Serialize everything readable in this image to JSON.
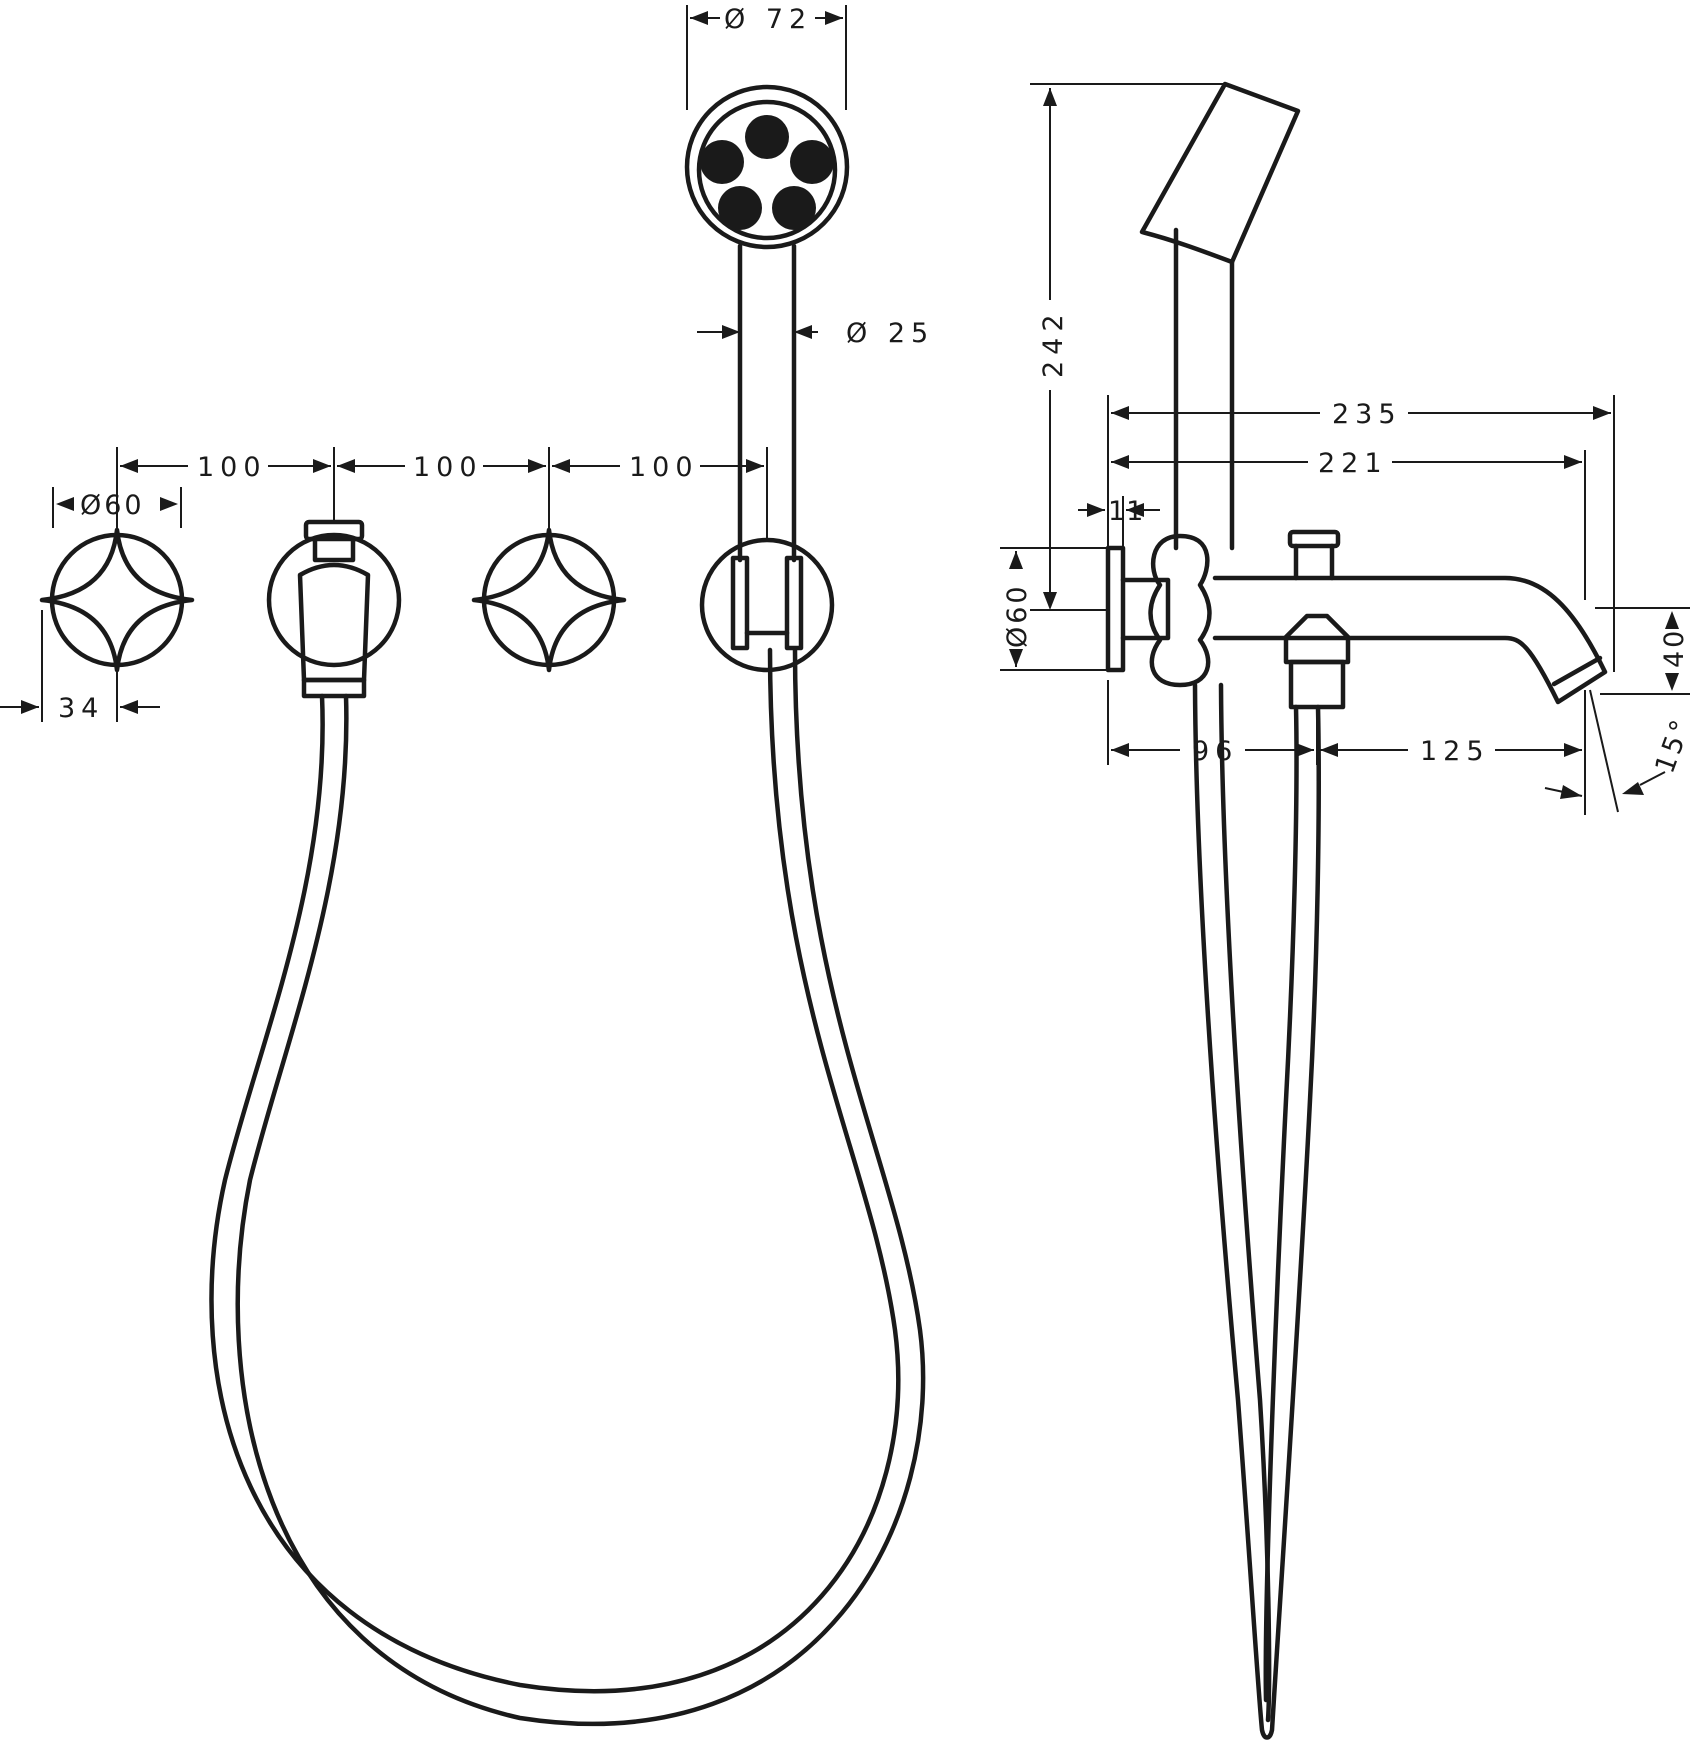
{
  "dimensions": {
    "head_diameter": "Ø 72",
    "handle_diameter": "Ø 25",
    "spacing_1": "100",
    "spacing_2": "100",
    "spacing_3": "100",
    "knob_diameter": "Ø60",
    "knob_offset": "34",
    "shower_height": "242",
    "total_depth": "235",
    "spout_reach": "221",
    "plate_thickness": "11",
    "rosette_diameter": "Ø60",
    "spout_drop": "40",
    "diverter_offset": "96",
    "spout_offset": "125",
    "spout_angle": "15°"
  },
  "colors": {
    "line": "#1a1a1a",
    "background": "#ffffff"
  }
}
